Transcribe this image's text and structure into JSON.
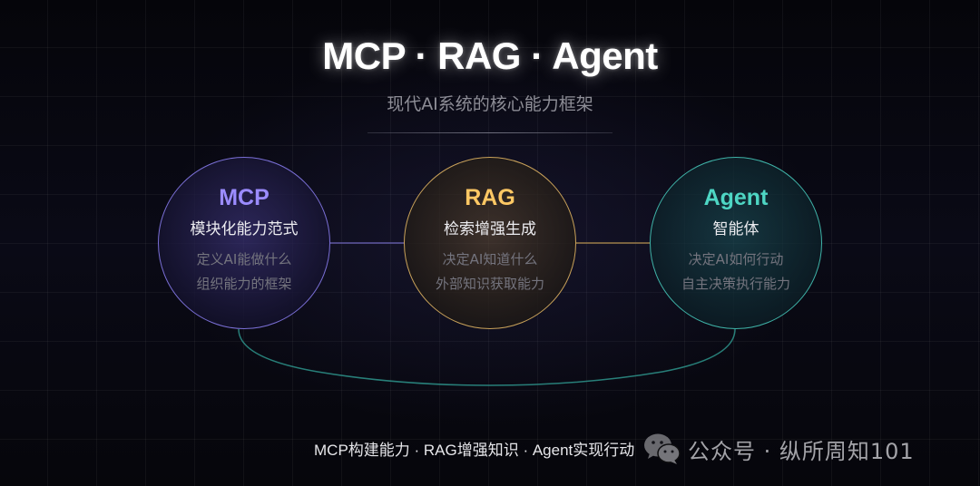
{
  "header": {
    "title": "MCP · RAG · Agent",
    "subtitle": "现代AI系统的核心能力框架"
  },
  "nodes": [
    {
      "id": "mcp",
      "name": "MCP",
      "name_cn": "模块化能力范式",
      "desc1": "定义AI能做什么",
      "desc2": "组织能力的框架",
      "color": "#9b8cff"
    },
    {
      "id": "rag",
      "name": "RAG",
      "name_cn": "检索增强生成",
      "desc1": "决定AI知道什么",
      "desc2": "外部知识获取能力",
      "color": "#ffc864"
    },
    {
      "id": "agent",
      "name": "Agent",
      "name_cn": "智能体",
      "desc1": "决定AI如何行动",
      "desc2": "自主决策执行能力",
      "color": "#4ed6c4"
    }
  ],
  "footer": {
    "summary": "MCP构建能力 · RAG增强知识 · Agent实现行动"
  },
  "watermark": {
    "icon": "wechat-icon",
    "text": "公众号 · 纵所周知101"
  },
  "colors": {
    "background": "#07070d",
    "mcp_border": "#7a6fd6",
    "rag_border": "#c9a25a",
    "agent_border": "#3fb3a8"
  }
}
